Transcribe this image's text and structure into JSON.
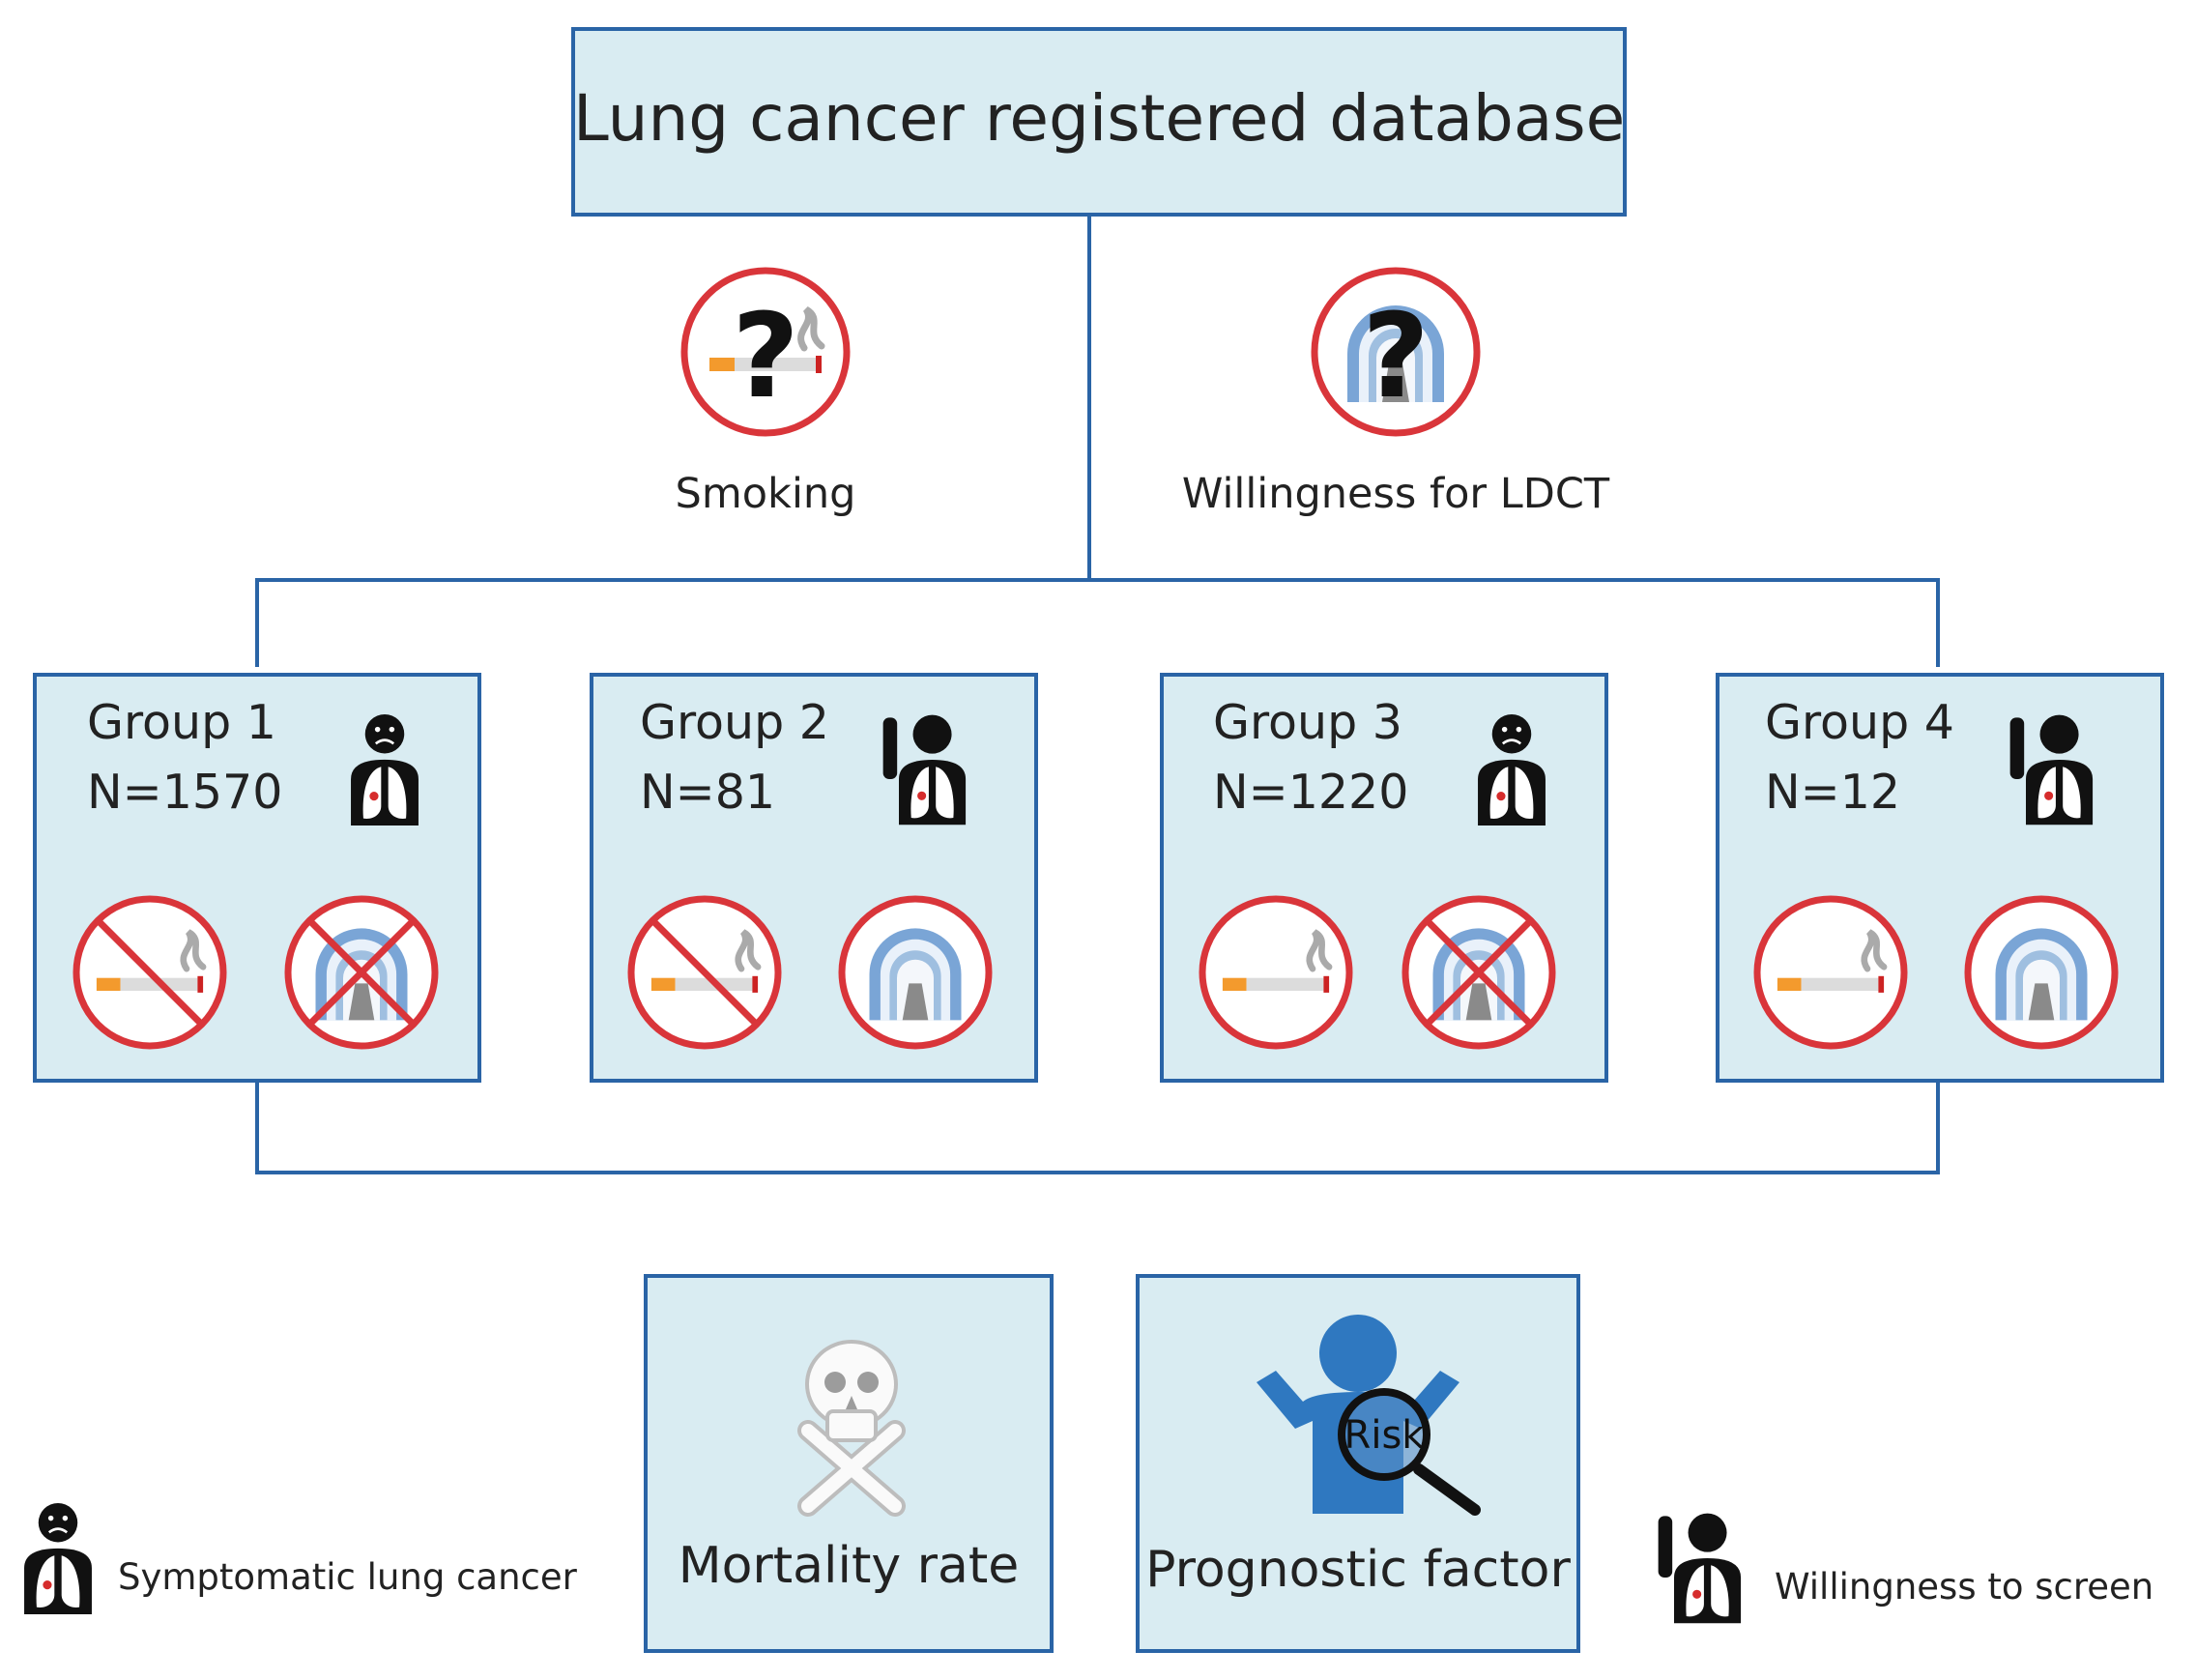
{
  "title": "Lung cancer registered database",
  "factors": [
    {
      "label": "Smoking",
      "icon": "cigarette-question-icon"
    },
    {
      "label": "Willingness for LDCT",
      "icon": "ct-scanner-question-icon"
    }
  ],
  "groups": [
    {
      "name": "Group 1",
      "n": "N=1570",
      "person_icon": "symptomatic-person-icon",
      "smoking_icon": "no-smoking-icon",
      "ldct_icon": "no-ct-scanner-icon"
    },
    {
      "name": "Group 2",
      "n": "N=81",
      "person_icon": "raised-hand-person-icon",
      "smoking_icon": "no-smoking-icon",
      "ldct_icon": "ct-scanner-icon"
    },
    {
      "name": "Group 3",
      "n": "N=1220",
      "person_icon": "symptomatic-person-icon",
      "smoking_icon": "smoking-icon",
      "ldct_icon": "no-ct-scanner-icon"
    },
    {
      "name": "Group 4",
      "n": "N=12",
      "person_icon": "raised-hand-person-icon",
      "smoking_icon": "smoking-icon",
      "ldct_icon": "ct-scanner-icon"
    }
  ],
  "outcomes": [
    {
      "label": "Mortality rate",
      "icon": "skull-crossbones-icon"
    },
    {
      "label": "Prognostic factor",
      "icon": "person-magnifier-icon",
      "magnifier_text": "Risk"
    }
  ],
  "legend": [
    {
      "label": "Symptomatic lung cancer",
      "icon": "symptomatic-person-icon"
    },
    {
      "label": "Willingness  to screen",
      "icon": "raised-hand-person-icon"
    }
  ],
  "colors": {
    "box_fill": "#d9ecf2",
    "box_border": "#2a64a6",
    "prohibition_red": "#d9353a",
    "person_blue": "#2f78c0"
  }
}
